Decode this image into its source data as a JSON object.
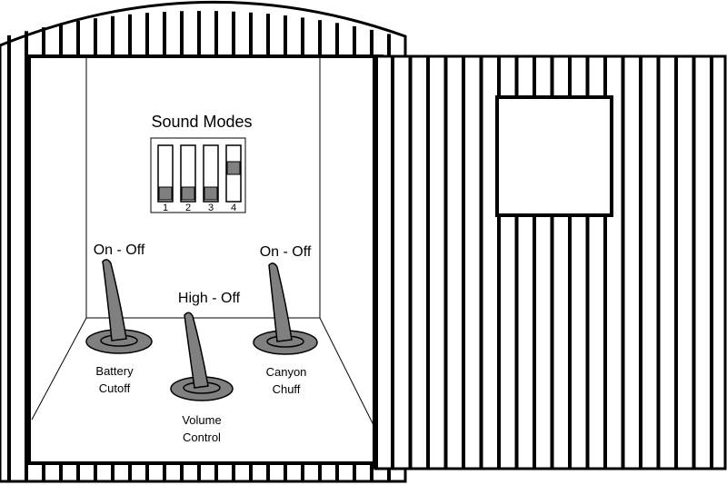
{
  "title": "Sound Modes",
  "dip_switches": [
    {
      "label": "1",
      "state": "down"
    },
    {
      "label": "2",
      "state": "down"
    },
    {
      "label": "3",
      "state": "down"
    },
    {
      "label": "4",
      "state": "up"
    }
  ],
  "toggles": {
    "battery": {
      "mode_label": "On - Off",
      "name_line1": "Battery",
      "name_line2": "Cutoff"
    },
    "volume": {
      "mode_label": "High - Off",
      "name_line1": "Volume",
      "name_line2": "Control"
    },
    "canyon": {
      "mode_label": "On - Off",
      "name_line1": "Canyon",
      "name_line2": "Chuff"
    }
  },
  "colors": {
    "line": "#000000",
    "switch_fill": "#808080",
    "toggle_fill": "#808080",
    "background": "#ffffff"
  }
}
